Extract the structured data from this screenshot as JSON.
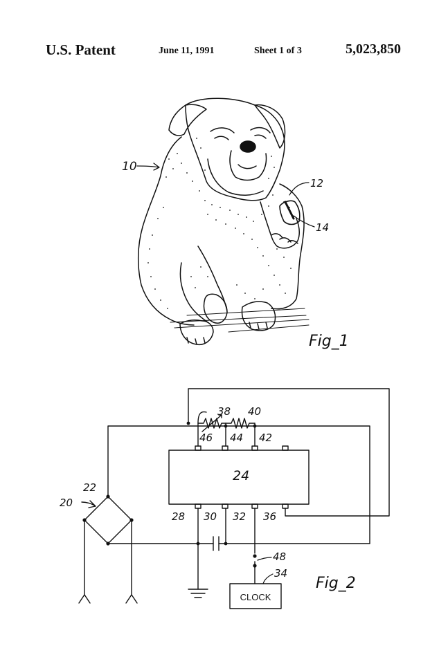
{
  "header": {
    "label": "U.S. Patent",
    "date": "June 11, 1991",
    "sheet": "Sheet 1 of 3",
    "number": "5,023,850"
  },
  "figure1": {
    "caption": "Fig_1",
    "refs": {
      "dog": "10",
      "band": "12",
      "unit": "14"
    }
  },
  "figure2": {
    "caption": "Fig_2",
    "clock_label": "CLOCK",
    "refs": {
      "circuit": "20",
      "bridge": "22",
      "chip": "24",
      "pin28": "28",
      "pin30": "30",
      "pin32": "32",
      "pin36": "36",
      "pin42": "42",
      "pin44": "44",
      "pin46": "46",
      "res38": "38",
      "res40": "40",
      "clock": "34",
      "sw": "48"
    }
  }
}
